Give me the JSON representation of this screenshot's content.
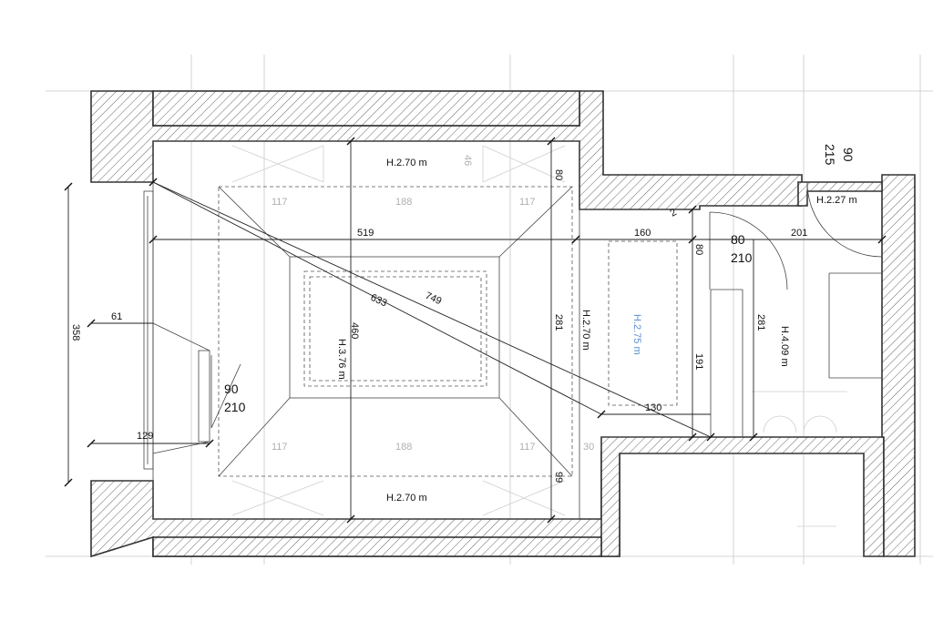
{
  "labels": {
    "ceiling_top": "H.2.70 m",
    "ceiling_bottom": "H.2.70 m",
    "ceiling_center": "H.3.76 m",
    "ceiling_right": "H.2.70 m",
    "ceiling_corridor": "H.2.75 m",
    "ceiling_room": "H.4.09 m",
    "ceiling_door": "H.2.27 m",
    "dim_46": "46",
    "dim_80_top": "80",
    "dim_117_tl": "117",
    "dim_188_t": "188",
    "dim_117_tr": "117",
    "dim_2": "2",
    "dim_160": "160",
    "dim_519": "519",
    "dim_80_mid": "80",
    "dim_201": "201",
    "dim_633": "633",
    "dim_749": "749",
    "dim_358": "358",
    "dim_61": "61",
    "dim_460": "460",
    "dim_281_left": "281",
    "dim_281_right": "281",
    "dim_191": "191",
    "dim_130": "130",
    "dim_129": "129",
    "dim_117_bl": "117",
    "dim_188_b": "188",
    "dim_117_br": "117",
    "dim_30": "30",
    "dim_99": "99",
    "door_left_w": "90",
    "door_left_h": "210",
    "door_mid_w": "80",
    "door_mid_h": "210",
    "door_top_w": "90",
    "door_top_h": "215"
  },
  "colors": {
    "line": "#222222",
    "grid": "#c8c8c8",
    "accent_blue": "#5b8ed6"
  }
}
